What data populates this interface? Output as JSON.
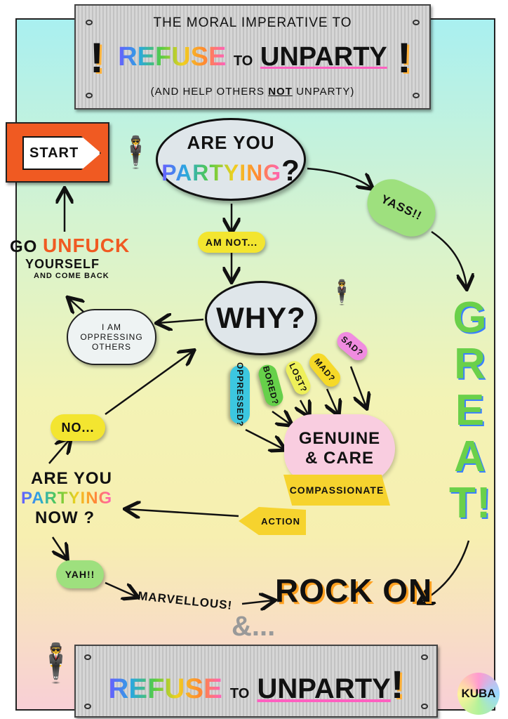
{
  "header": {
    "line1": "The moral imperative to",
    "refuse": "Refuse",
    "to": "to",
    "unparty": "Unparty",
    "bang": "!",
    "line3_a": "(and help others",
    "line3_not": "not",
    "line3_b": "unparty)"
  },
  "start": {
    "label": "Start"
  },
  "question1": {
    "line1": "Are you",
    "line2": "Partying",
    "mark": "?"
  },
  "yass": {
    "label": "Yass!!"
  },
  "great": {
    "label": "Great!"
  },
  "am_not": {
    "label": "Am not..."
  },
  "why": {
    "label": "Why?"
  },
  "unfuck": {
    "go": "Go",
    "unfuck": "Unfuck",
    "yourself": "yourself",
    "come_back": "and come back"
  },
  "thought": {
    "label": "I am oppressing others"
  },
  "feelings": [
    {
      "label": "Oppressed?",
      "color": "#3cc7e0"
    },
    {
      "label": "Bored?",
      "color": "#66d04a"
    },
    {
      "label": "Lost?",
      "color": "#eef05a"
    },
    {
      "label": "Mad?",
      "color": "#f6d928"
    },
    {
      "label": "Sad?",
      "color": "#f08ce0"
    }
  ],
  "care": {
    "line1": "Genuine",
    "line2": "& Care"
  },
  "compassion": {
    "line1": "Compassionate",
    "line2": "Action"
  },
  "no": {
    "label": "No..."
  },
  "question2": {
    "line1": "Are you",
    "line2": "Partying",
    "line3": "now ?"
  },
  "yah": {
    "label": "Yah!!"
  },
  "marvellous": {
    "label": "Marvellous!"
  },
  "rock_on": {
    "label": "Rock on"
  },
  "amp": {
    "label": "&..."
  },
  "footer": {
    "refuse": "Refuse",
    "to": "to",
    "unparty": "Unparty",
    "bang": "!"
  },
  "signature": {
    "label": "KUBA"
  }
}
